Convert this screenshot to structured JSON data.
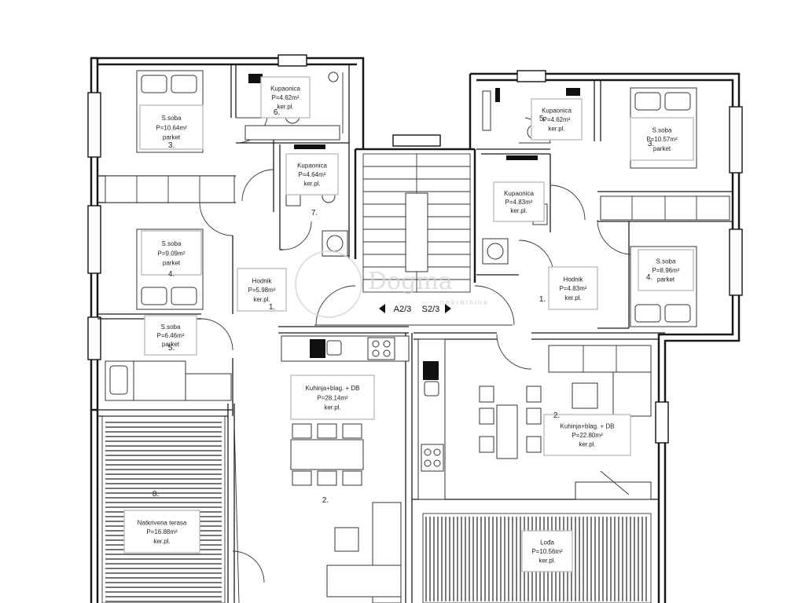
{
  "watermark": {
    "brand": "Dogma",
    "tagline": "nekretnine"
  },
  "stair_tags": {
    "left": "A2/3",
    "right": "S2/3"
  },
  "rooms": [
    {
      "id": "r3a",
      "l1": "S.soba",
      "l2": "P=10.64m²",
      "l3": "parket",
      "num": "3."
    },
    {
      "id": "r6",
      "l1": "Kupaonica",
      "l2": "P=4.62m²",
      "l3": "ker.pl.",
      "num": "6."
    },
    {
      "id": "r7",
      "l1": "Kupaonica",
      "l2": "P=4.64m²",
      "l3": "ker.pl.",
      "num": "7."
    },
    {
      "id": "r4a",
      "l1": "S.soba",
      "l2": "P=9.09m²",
      "l3": "parket",
      "num": "4."
    },
    {
      "id": "r1a",
      "l1": "Hodnik",
      "l2": "P=5.98m²",
      "l3": "ker.pl.",
      "num": "1."
    },
    {
      "id": "r5a",
      "l1": "S.soba",
      "l2": "P=6.46m²",
      "l3": "parket",
      "num": "5."
    },
    {
      "id": "r2a",
      "l1": "Kuhinja+blag. + DB",
      "l2": "P=28.14m²",
      "l3": "ker.pl.",
      "num": "2."
    },
    {
      "id": "r8",
      "l1": "Natkrivena terasa",
      "l2": "P=16.88m²",
      "l3": "ker.pl.",
      "num": "8."
    },
    {
      "id": "r5b",
      "l1": "Kupaonica",
      "l2": "P=4.62m²",
      "l3": "ker.pl.",
      "num": "5."
    },
    {
      "id": "r3b",
      "l1": "S.soba",
      "l2": "P=10.57m²",
      "l3": "parket",
      "num": "3."
    },
    {
      "id": "r6b",
      "l1": "Kupaonica",
      "l2": "P=4.83m²",
      "l3": "ker.pl.",
      "num": ""
    },
    {
      "id": "r1b",
      "l1": "Hodnik",
      "l2": "P=4.83m²",
      "l3": "ker.pl.",
      "num": "1."
    },
    {
      "id": "r4b",
      "l1": "S.soba",
      "l2": "P=8.96m²",
      "l3": "parket",
      "num": "4."
    },
    {
      "id": "r2b",
      "l1": "Kuhinja+blag. + DB",
      "l2": "P=22.80m²",
      "l3": "ker.pl.",
      "num": "2."
    },
    {
      "id": "r7b",
      "l1": "Lođa",
      "l2": "P=10.56m²",
      "l3": "ker.pl.",
      "num": ""
    }
  ]
}
